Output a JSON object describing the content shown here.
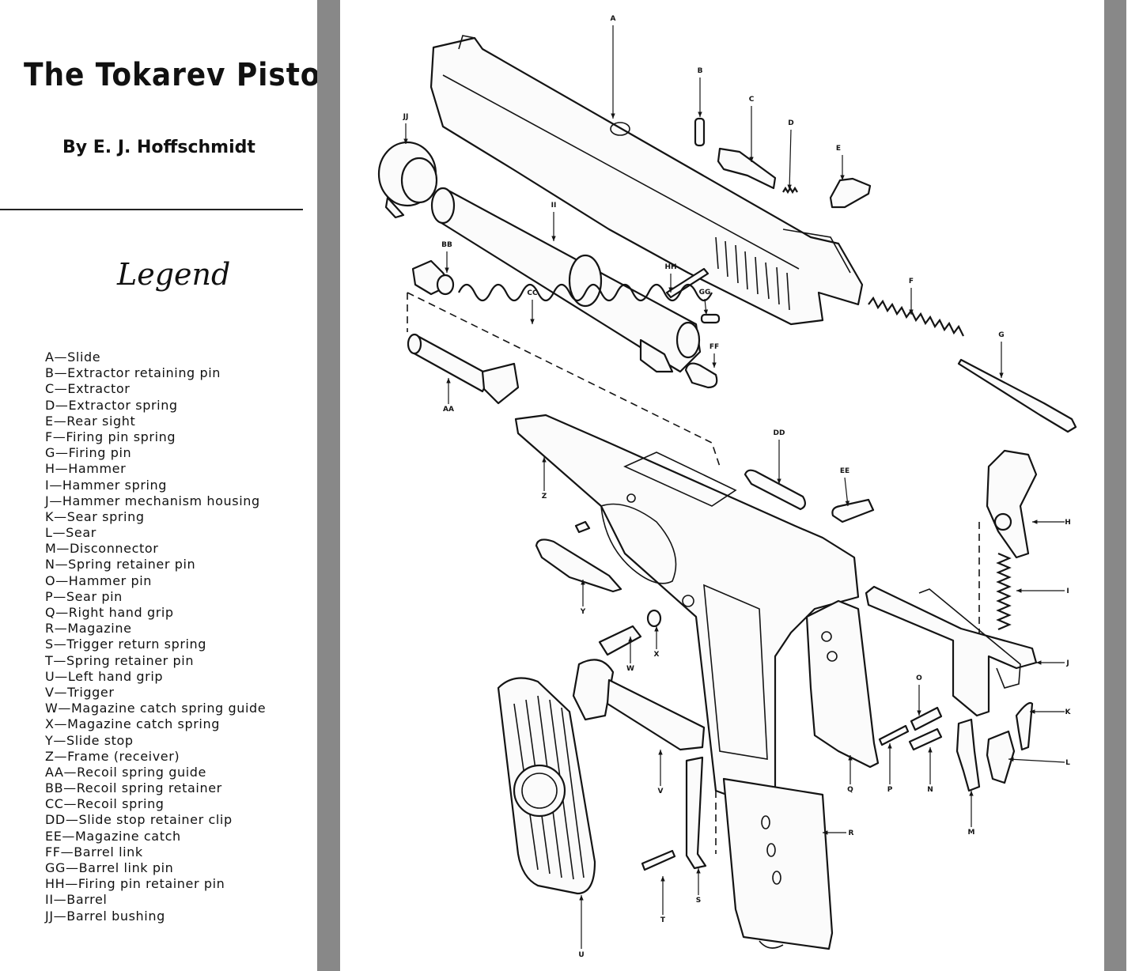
{
  "article": {
    "title": "The Tokarev Pistol",
    "byline": "By E. J. Hoffschmidt",
    "legend_heading": "Legend"
  },
  "legend": [
    {
      "code": "A",
      "text": "A—Slide"
    },
    {
      "code": "B",
      "text": "B—Extractor retaining pin"
    },
    {
      "code": "C",
      "text": "C—Extractor"
    },
    {
      "code": "D",
      "text": "D—Extractor spring"
    },
    {
      "code": "E",
      "text": "E—Rear sight"
    },
    {
      "code": "F",
      "text": "F—Firing pin spring"
    },
    {
      "code": "G",
      "text": "G—Firing pin"
    },
    {
      "code": "H",
      "text": "H—Hammer"
    },
    {
      "code": "I",
      "text": "I—Hammer spring"
    },
    {
      "code": "J",
      "text": "J—Hammer mechanism housing"
    },
    {
      "code": "K",
      "text": "K—Sear spring"
    },
    {
      "code": "L",
      "text": "L—Sear"
    },
    {
      "code": "M",
      "text": "M—Disconnector"
    },
    {
      "code": "N",
      "text": "N—Spring retainer pin"
    },
    {
      "code": "O",
      "text": "O—Hammer pin"
    },
    {
      "code": "P",
      "text": "P—Sear pin"
    },
    {
      "code": "Q",
      "text": "Q—Right hand grip"
    },
    {
      "code": "R",
      "text": "R—Magazine"
    },
    {
      "code": "S",
      "text": "S—Trigger return spring"
    },
    {
      "code": "T",
      "text": "T—Spring retainer pin"
    },
    {
      "code": "U",
      "text": "U—Left hand grip"
    },
    {
      "code": "V",
      "text": "V—Trigger"
    },
    {
      "code": "W",
      "text": "W—Magazine catch spring guide"
    },
    {
      "code": "X",
      "text": "X—Magazine catch spring"
    },
    {
      "code": "Y",
      "text": "Y—Slide stop"
    },
    {
      "code": "Z",
      "text": "Z—Frame (receiver)"
    },
    {
      "code": "AA",
      "text": "AA—Recoil spring guide"
    },
    {
      "code": "BB",
      "text": "BB—Recoil spring retainer"
    },
    {
      "code": "CC",
      "text": "CC—Recoil spring"
    },
    {
      "code": "DD",
      "text": "DD—Slide stop retainer clip"
    },
    {
      "code": "EE",
      "text": "EE—Magazine catch"
    },
    {
      "code": "FF",
      "text": "FF—Barrel link"
    },
    {
      "code": "GG",
      "text": "GG—Barrel link pin"
    },
    {
      "code": "HH",
      "text": "HH—Firing pin retainer pin"
    },
    {
      "code": "II",
      "text": "II—Barrel"
    },
    {
      "code": "JJ",
      "text": "JJ—Barrel bushing"
    }
  ],
  "callouts": [
    "A",
    "B",
    "C",
    "D",
    "E",
    "F",
    "G",
    "H",
    "I",
    "J",
    "K",
    "L",
    "M",
    "N",
    "O",
    "P",
    "Q",
    "R",
    "S",
    "T",
    "U",
    "V",
    "W",
    "X",
    "Y",
    "Z",
    "AA",
    "BB",
    "CC",
    "DD",
    "EE",
    "FF",
    "GG",
    "HH",
    "II",
    "JJ"
  ],
  "colors": {
    "stripe": "#888888",
    "ink": "#141414",
    "paper": "#ffffff"
  }
}
